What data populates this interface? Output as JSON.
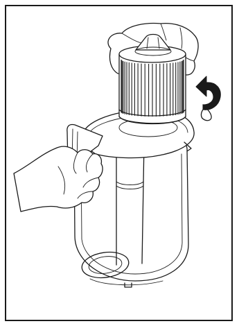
{
  "figure": {
    "frame_color": "#1a1a1a",
    "line_color": "#1a1a1a",
    "background": "#ffffff",
    "icons": [
      "rotate-counterclockwise-arrow-icon"
    ],
    "parts": [
      "upper-hand",
      "cylindrical-pleated-filter",
      "filter-cap-grip",
      "dust-container-rim",
      "container-handle",
      "lower-hand",
      "transparent-dust-container",
      "center-tube",
      "container-base"
    ]
  }
}
